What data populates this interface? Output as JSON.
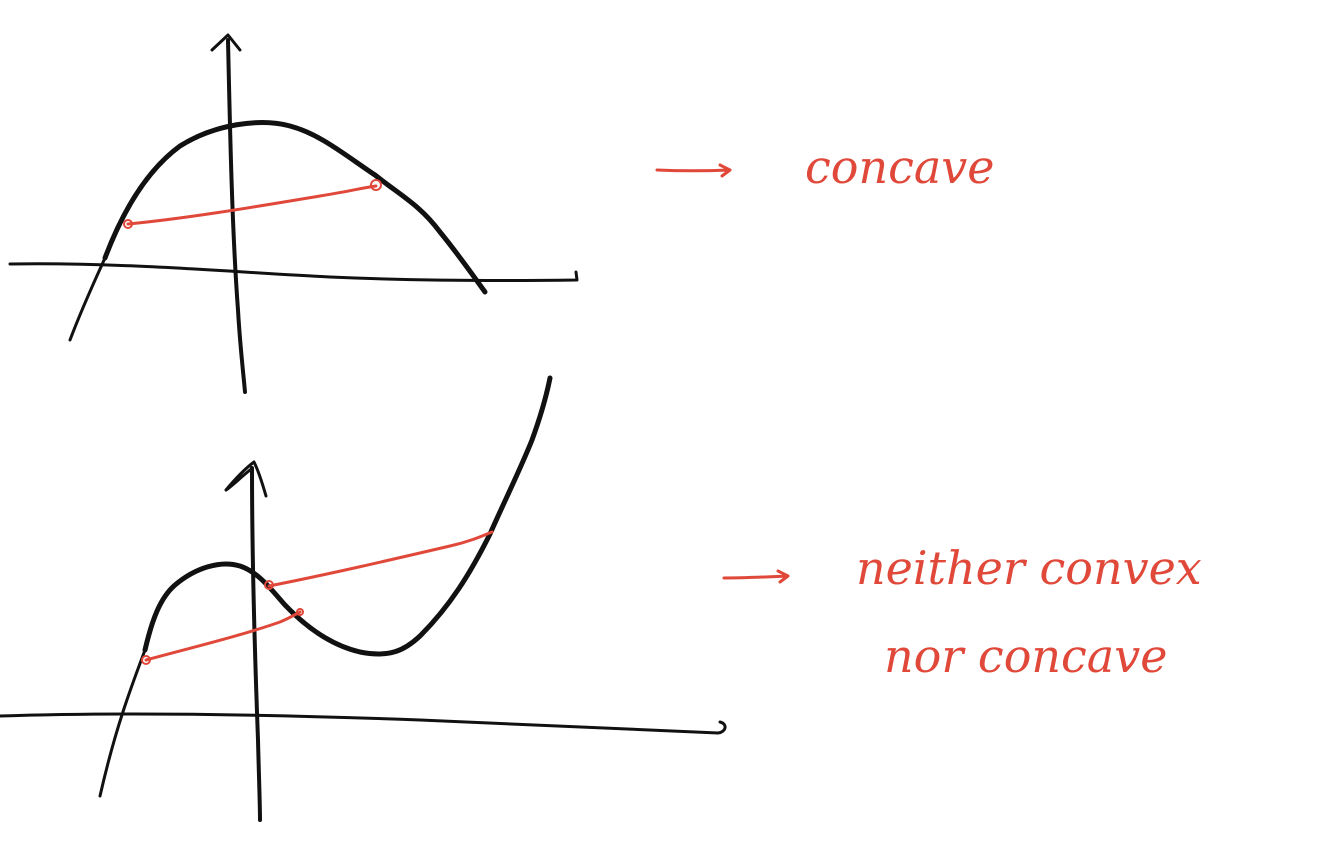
{
  "colors": {
    "background": "#ffffff",
    "axis_ink": "#111111",
    "annotation_ink": "#e0483a"
  },
  "labels": {
    "top": "concave",
    "bottom_line1": "neither convex",
    "bottom_line2": "nor concave"
  }
}
